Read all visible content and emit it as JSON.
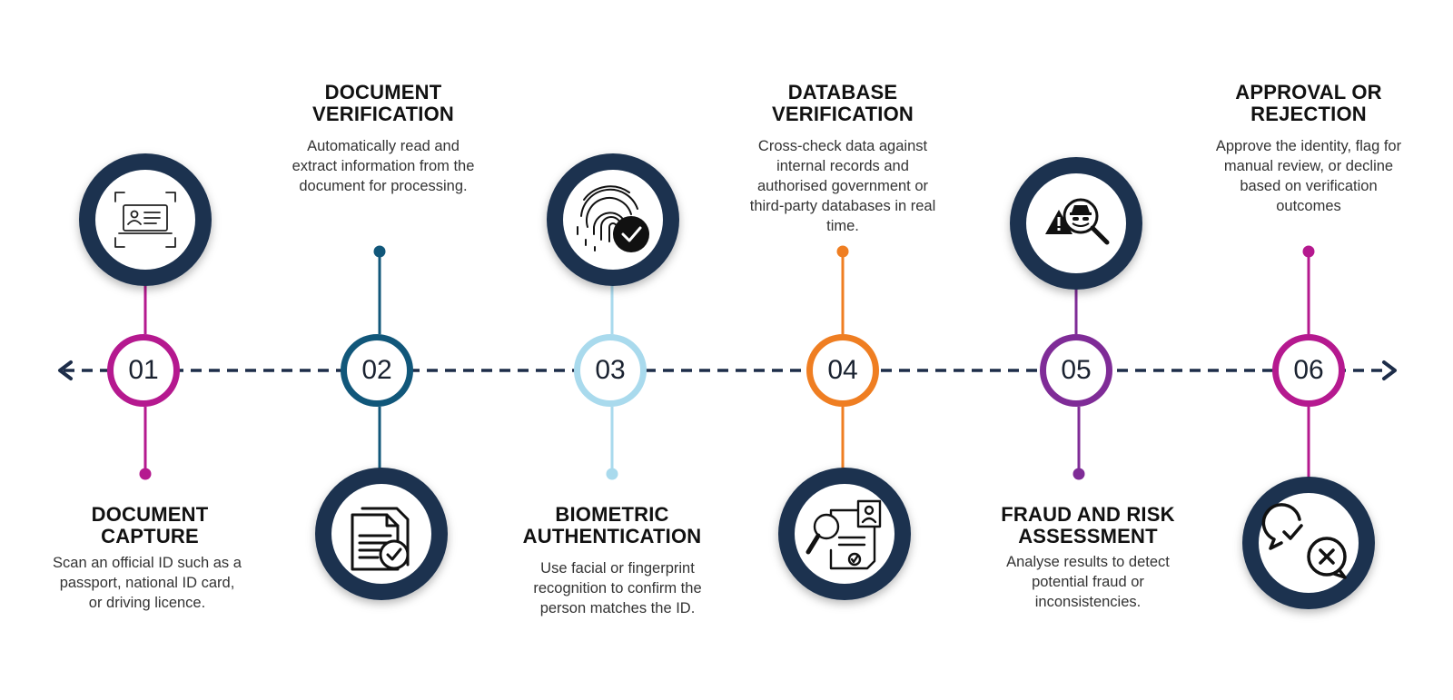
{
  "colors": {
    "navy": "#1b3250",
    "axis": "#1d2d49",
    "step01": "#b5198f",
    "step02": "#11577a",
    "step03": "#a9daed",
    "step04": "#ef7e22",
    "step05": "#7f2c97",
    "step06": "#b5198f"
  },
  "steps": [
    {
      "number": "01",
      "title_line1": "DOCUMENT",
      "title_line2": "CAPTURE",
      "description": "Scan an official ID such as a passport, national ID card, or driving licence.",
      "icon": "id-card-scan-icon"
    },
    {
      "number": "02",
      "title_line1": "DOCUMENT",
      "title_line2": "VERIFICATION",
      "description": "Automatically read and extract information from the document for processing.",
      "icon": "document-check-icon"
    },
    {
      "number": "03",
      "title_line1": "BIOMETRIC",
      "title_line2": "AUTHENTICATION",
      "description": "Use facial or fingerprint recognition to confirm the person matches the ID.",
      "icon": "fingerprint-check-icon"
    },
    {
      "number": "04",
      "title_line1": "DATABASE",
      "title_line2": "VERIFICATION",
      "description": "Cross-check data against internal records and authorised government or third-party databases in real time.",
      "icon": "profile-search-icon"
    },
    {
      "number": "05",
      "title_line1": "FRAUD AND RISK",
      "title_line2": "ASSESSMENT",
      "description": "Analyse results to detect potential fraud or inconsistencies.",
      "icon": "fraud-alert-search-icon"
    },
    {
      "number": "06",
      "title_line1": "APPROVAL OR",
      "title_line2": "REJECTION",
      "description": "Approve the identity, flag for manual review, or decline based on verification outcomes",
      "icon": "approve-reject-chat-icon"
    }
  ]
}
